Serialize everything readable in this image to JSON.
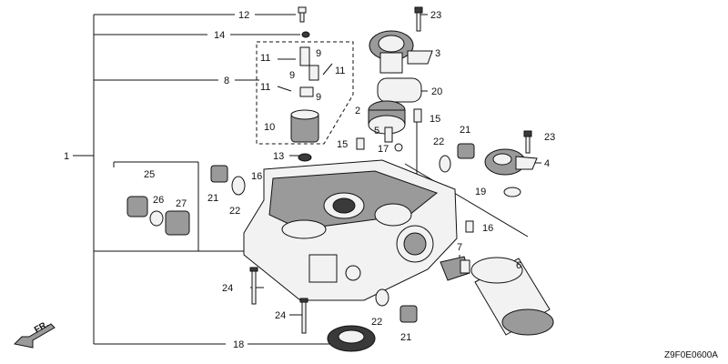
{
  "diagram": {
    "drawing_code": "Z9F0E0600A",
    "front_indicator": "FR.",
    "callouts": {
      "c1": "1",
      "c2": "2",
      "c3": "3",
      "c4": "4",
      "c5": "5",
      "c6": "6",
      "c7": "7",
      "c8": "8",
      "c9a": "9",
      "c9b": "9",
      "c9c": "9",
      "c10": "10",
      "c11a": "11",
      "c11b": "11",
      "c11c": "11",
      "c12": "12",
      "c13": "13",
      "c14": "14",
      "c15a": "15",
      "c15b": "15",
      "c16a": "16",
      "c16b": "16",
      "c17": "17",
      "c18": "18",
      "c19": "19",
      "c20": "20",
      "c21a": "21",
      "c21b": "21",
      "c21c": "21",
      "c22a": "22",
      "c22b": "22",
      "c22c": "22",
      "c23a": "23",
      "c23b": "23",
      "c24a": "24",
      "c24b": "24",
      "c25": "25",
      "c26": "26",
      "c27": "27"
    }
  }
}
